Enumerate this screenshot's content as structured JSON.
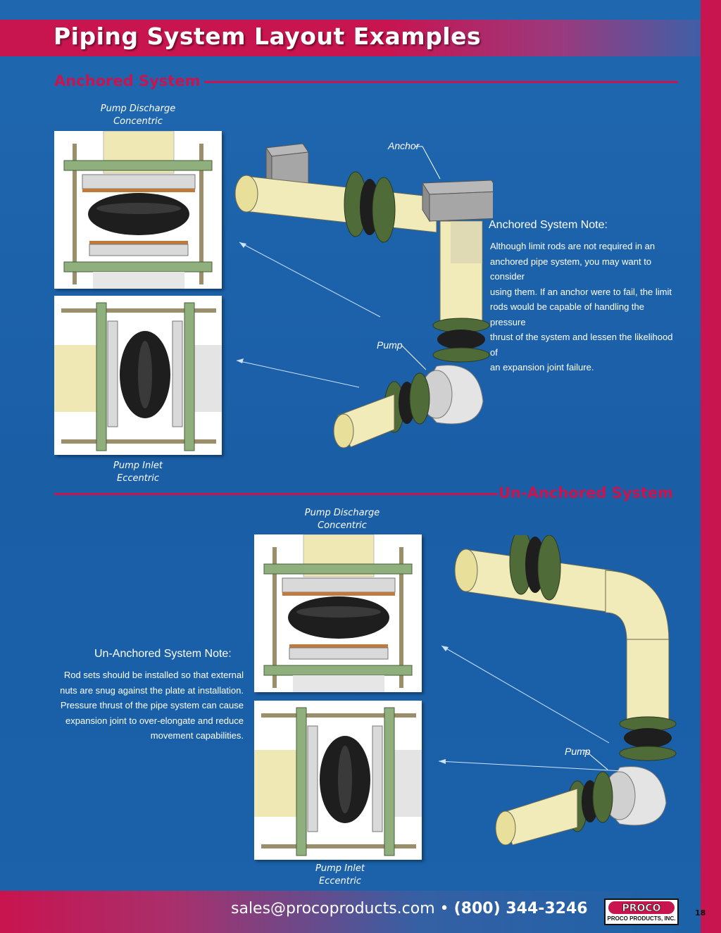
{
  "title": "Piping System Layout Examples",
  "anchored": {
    "heading": "Anchored System",
    "discharge_caption": [
      "Pump Discharge",
      "Concentric"
    ],
    "inlet_caption": [
      "Pump Inlet",
      "Eccentric"
    ],
    "callout_anchor": "Anchor",
    "callout_pump": "Pump",
    "note_title": "Anchored System Note:",
    "note_lines": [
      "Although limit rods are not required in an",
      "anchored pipe system, you may want to consider",
      "using them.  If an anchor were to fail, the limit",
      "rods would be capable of handling the pressure",
      "thrust of the system and lessen the likelihood of",
      "an expansion joint failure."
    ]
  },
  "unanchored": {
    "heading": "Un-Anchored System",
    "discharge_caption": [
      "Pump Discharge",
      "Concentric"
    ],
    "inlet_caption": [
      "Pump Inlet",
      "Eccentric"
    ],
    "callout_pump": "Pump",
    "note_title": "Un-Anchored System Note:",
    "note_lines": [
      "Rod sets should be installed so that external",
      "nuts are snug against the plate at installation.",
      "Pressure thrust of the pipe system can cause",
      "expansion joint to over-elongate and reduce",
      "movement capabilities."
    ]
  },
  "footer": {
    "email": "sales@procoproducts.com",
    "separator": "•",
    "phone": "(800) 344-3246",
    "logo_text": "PROCO",
    "logo_subtext": "PROCO PRODUCTS, INC.",
    "page_number": "18"
  },
  "colors": {
    "background_blue": "#1b62a8",
    "accent_crimson": "#c8144f",
    "pipe_cream": "#f0ebb8"
  }
}
